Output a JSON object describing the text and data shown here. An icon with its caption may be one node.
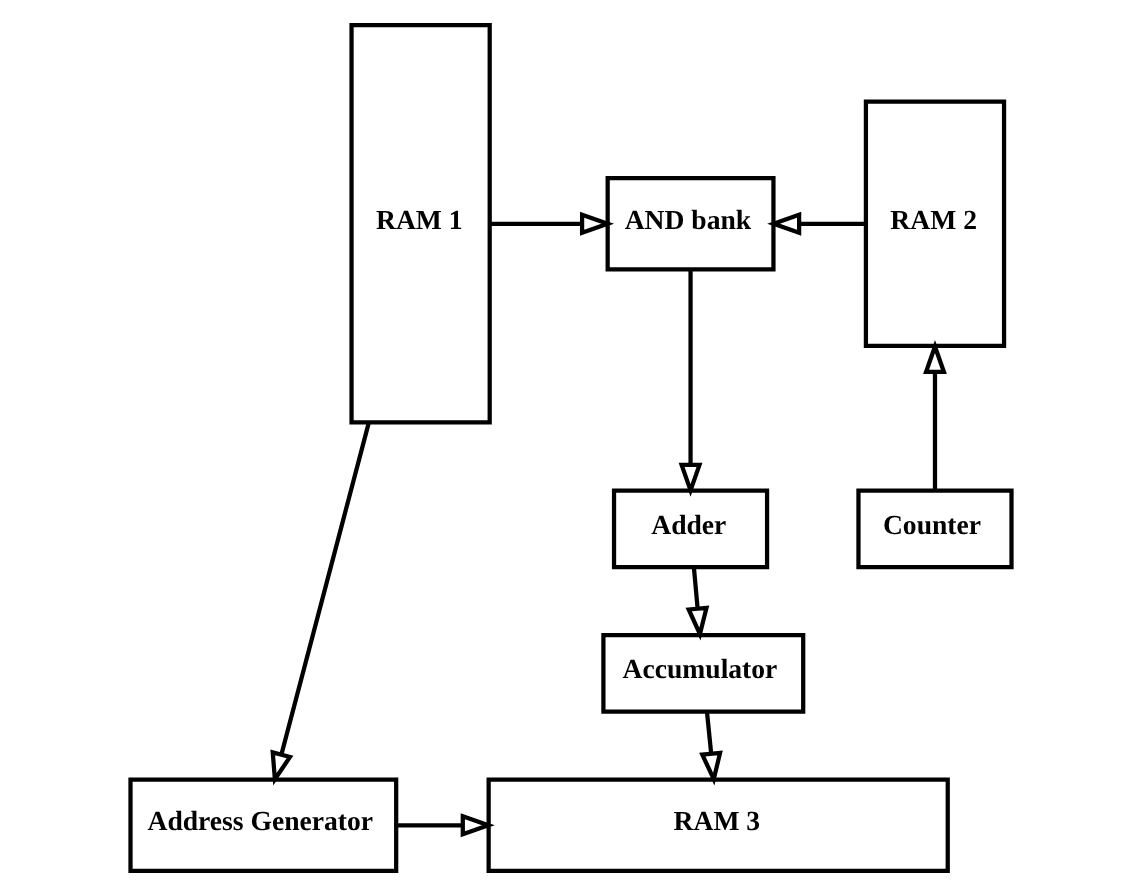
{
  "diagram": {
    "nodes": [
      {
        "text": [
          "RAM 1"
        ]
      },
      {
        "text": [
          "AND bank"
        ]
      },
      {
        "text": [
          "RAM 2"
        ]
      },
      {
        "text": [
          "Adder"
        ]
      },
      {
        "text": [
          "Counter"
        ]
      },
      {
        "text": [
          "Accumulator"
        ]
      },
      {
        "text": [
          "Address Generator"
        ]
      },
      {
        "text": [
          "RAM 3"
        ]
      }
    ],
    "edges": [
      {
        "from": 0,
        "to": 1,
        "arrow": "to"
      },
      {
        "from": 2,
        "to": 1,
        "arrow": "to"
      },
      {
        "from": 1,
        "to": 3,
        "arrow": "to"
      },
      {
        "from": 4,
        "to": 2,
        "arrow": "to"
      },
      {
        "from": 3,
        "to": 5,
        "arrow": "to"
      },
      {
        "from": 5,
        "to": 7,
        "arrow": "to"
      },
      {
        "from": 0,
        "to": 6,
        "arrow": "to"
      },
      {
        "from": 6,
        "to": 7,
        "arrow": "to"
      }
    ]
  }
}
